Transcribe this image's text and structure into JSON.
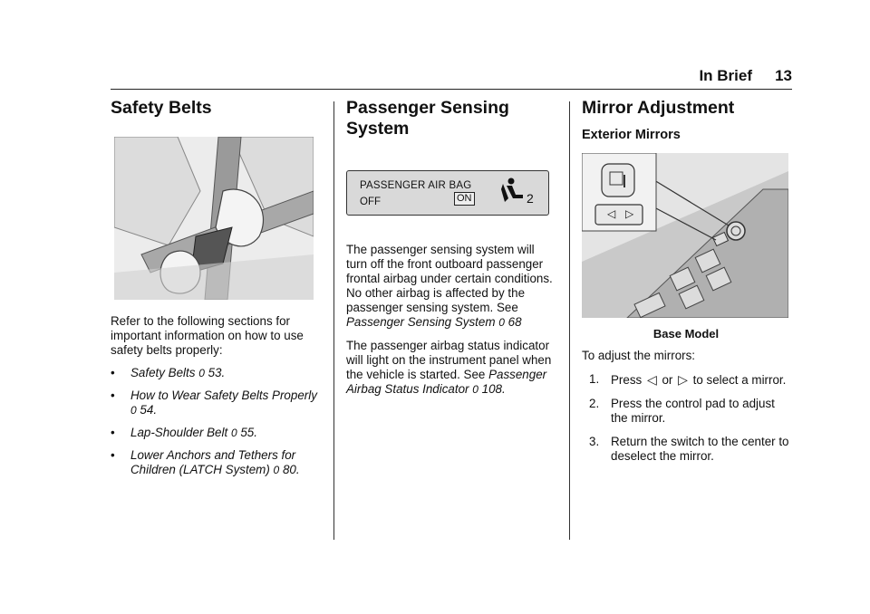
{
  "header": {
    "section": "In Brief",
    "page": "13"
  },
  "col1": {
    "title": "Safety Belts",
    "intro": "Refer to the following sections for important information on how to use safety belts properly:",
    "bullets": [
      {
        "dot": "•",
        "text": "Safety Belts",
        "arrow": "0",
        "page": "53."
      },
      {
        "dot": "•",
        "text": "How to Wear Safety Belts Properly",
        "arrow": "0",
        "page": "54."
      },
      {
        "dot": "•",
        "text": "Lap-Shoulder Belt",
        "arrow": "0",
        "page": "55."
      },
      {
        "dot": "•",
        "text": "Lower Anchors and Tethers for Children (LATCH System)",
        "arrow": "0",
        "page": "80."
      }
    ]
  },
  "col2": {
    "title": "Passenger Sensing System",
    "indicator": {
      "line1": "PASSENGER AIR BAG",
      "line2": "OFF",
      "on": "ON",
      "seat_number": "2"
    },
    "para1_text": "The passenger sensing system will turn off the front outboard passenger frontal airbag under certain conditions. No other airbag is affected by the passenger sensing system. See",
    "para1_link": "Passenger Sensing System",
    "para1_arrow": "0",
    "para1_page": "68",
    "para2_text": "The passenger airbag status indicator will light on the instrument panel when the vehicle is started. See",
    "para2_link": "Passenger Airbag Status Indicator",
    "para2_arrow": "0",
    "para2_page": "108."
  },
  "col3": {
    "title": "Mirror Adjustment",
    "subtitle": "Exterior Mirrors",
    "caption": "Base Model",
    "lead": "To adjust the mirrors:",
    "steps": [
      {
        "num": "1.",
        "pre": "Press",
        "left_glyph": "◁",
        "mid": "or",
        "right_glyph": "▷",
        "post": "to select a mirror."
      },
      {
        "num": "2.",
        "text": "Press the control pad to adjust the mirror."
      },
      {
        "num": "3.",
        "text": "Return the switch to the center to deselect the mirror."
      }
    ]
  },
  "icons": [
    "seat-belt-icon",
    "airbag-passenger-icon",
    "mirror-select-left-icon",
    "mirror-select-right-icon"
  ]
}
